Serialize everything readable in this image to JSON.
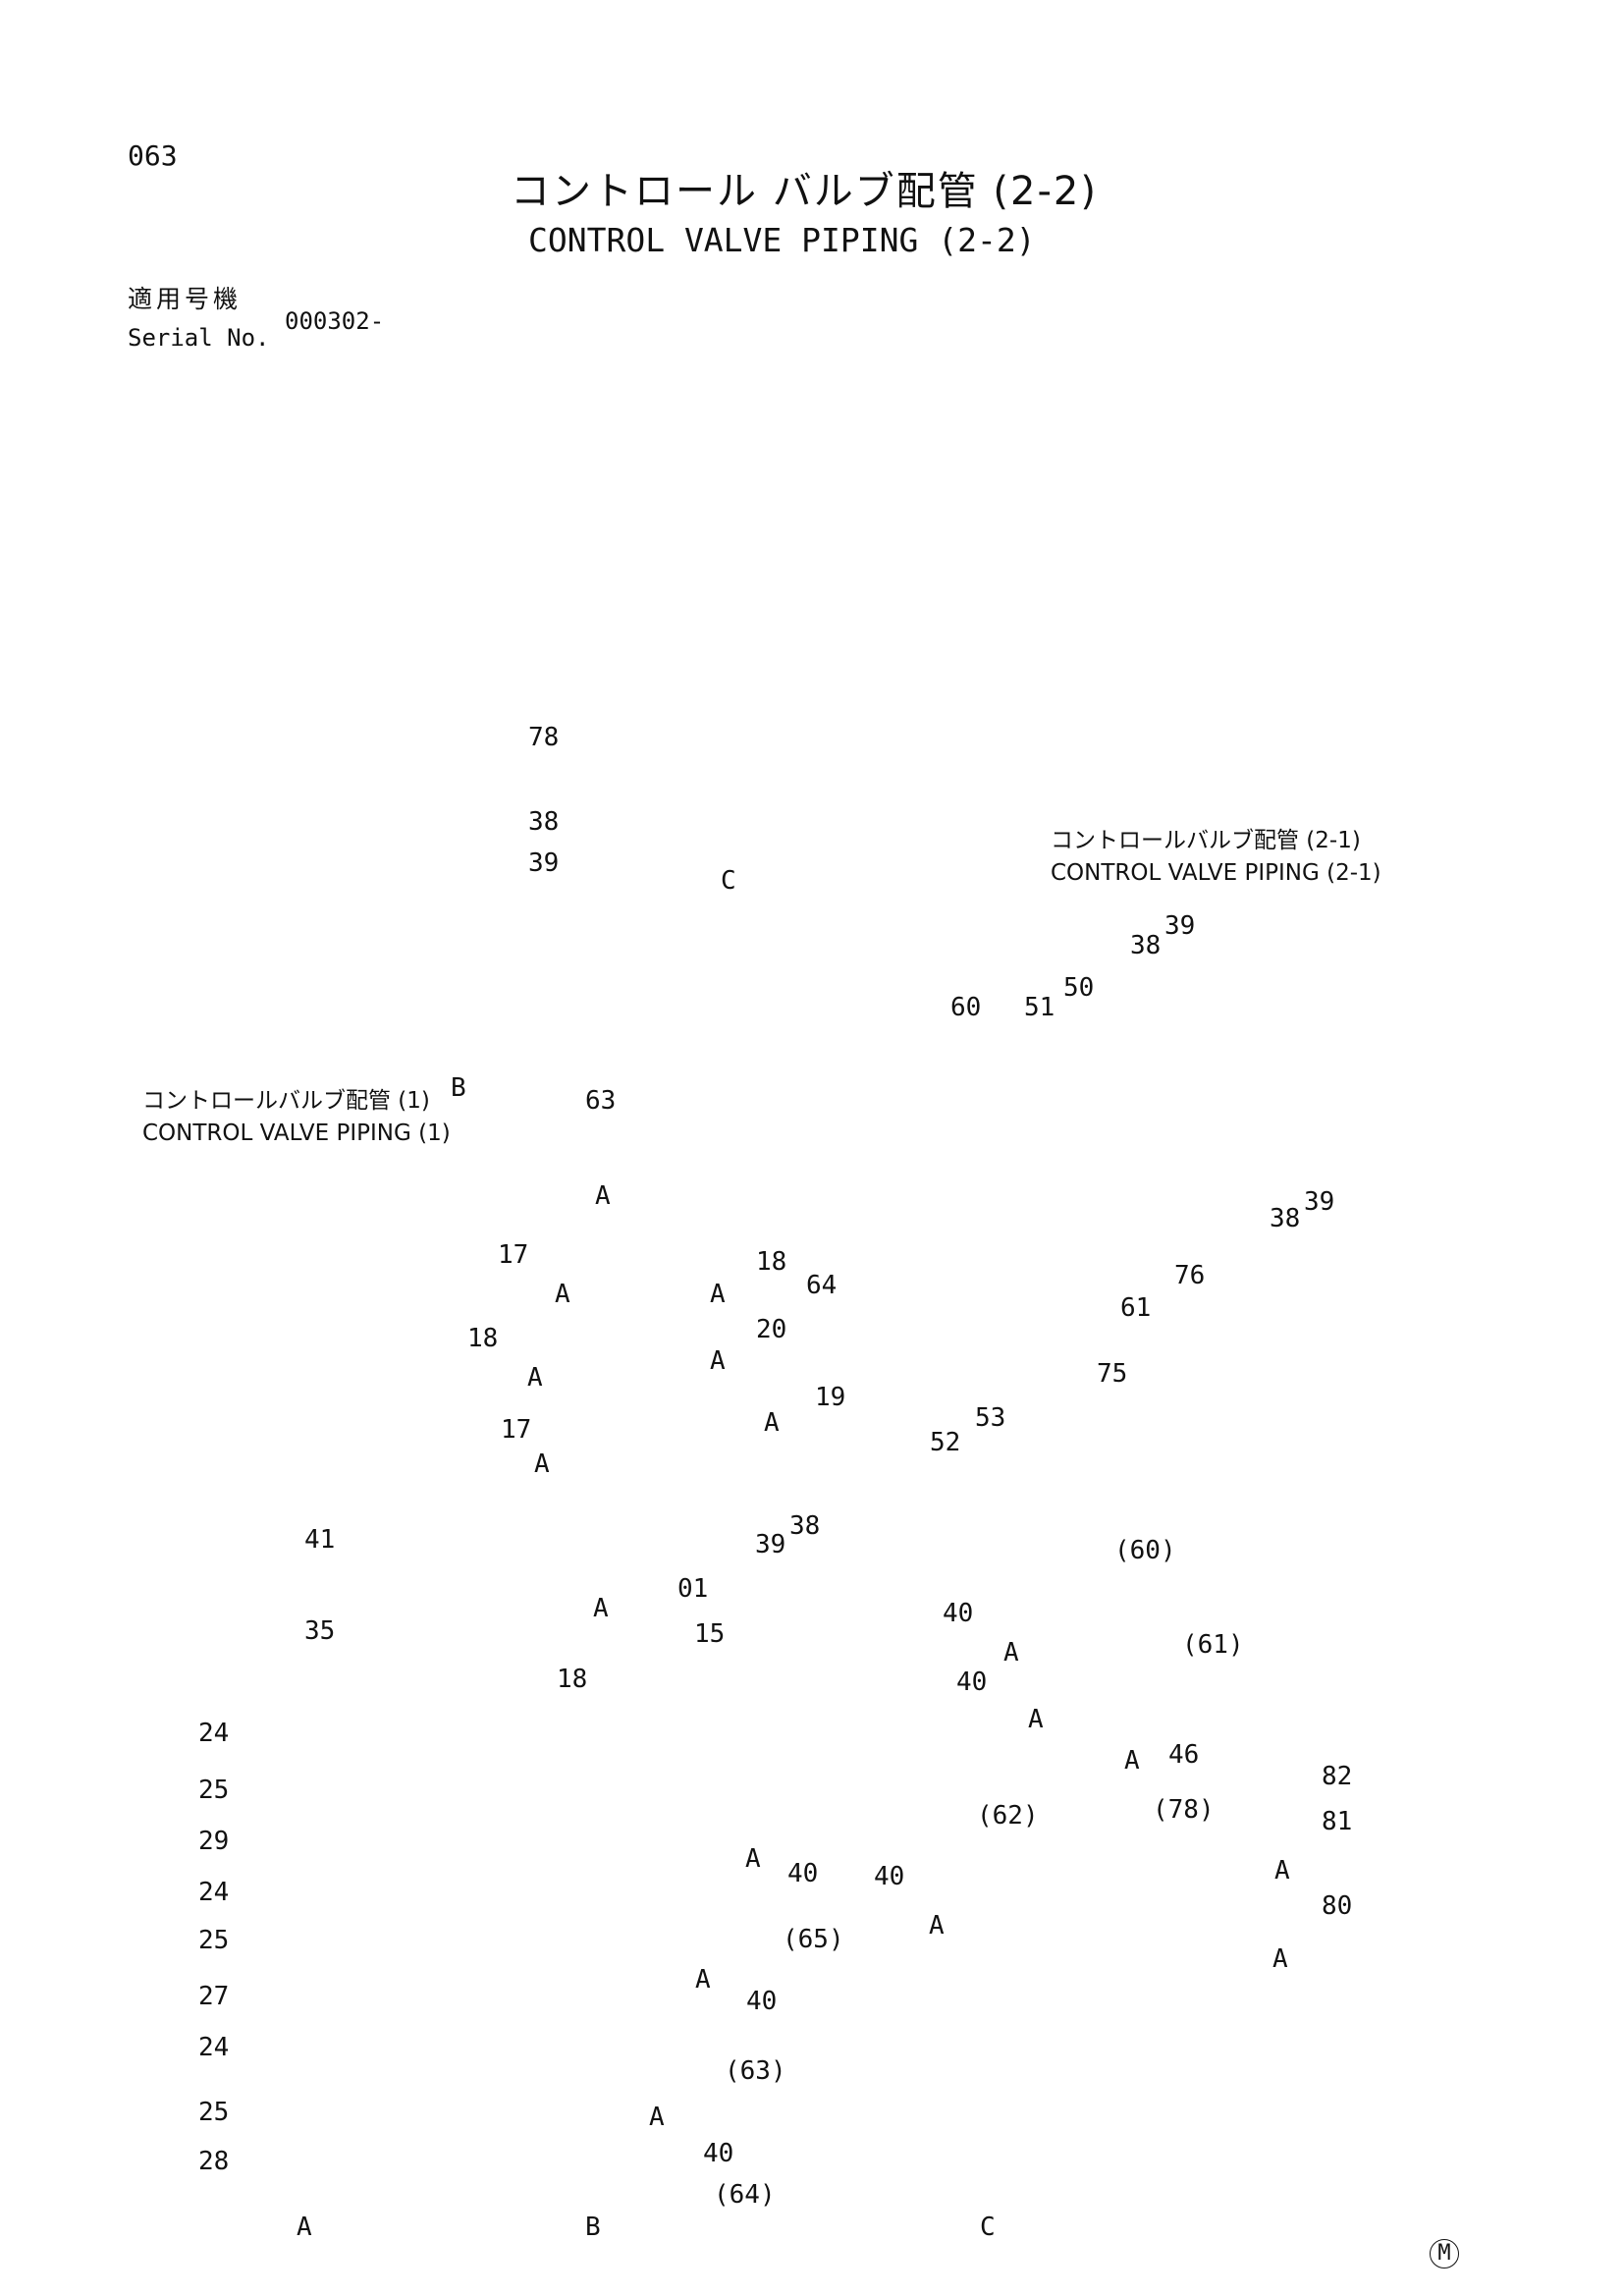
{
  "header": {
    "page_number": "063",
    "title_jp": "コントロール バルブ配管 (2-2)",
    "title_en": "CONTROL VALVE PIPING (2-2)",
    "serial_label_jp": "適用号機",
    "serial_label_en": "Serial No.",
    "serial_value": "000302-"
  },
  "references": {
    "cv_2_1_jp": "コントロールバルブ配管 (2-1)",
    "cv_2_1_en": "CONTROL VALVE PIPING (2-1)",
    "cv_1_jp": "コントロールバルブ配管 (1)",
    "cv_1_en": "CONTROL VALVE PIPING (1)"
  },
  "callouts_main": {
    "c78": "78",
    "c38a": "38",
    "c39a": "39",
    "cC": "C",
    "cB": "B",
    "cA": "A",
    "c63": "63",
    "c60": "60",
    "c51": "51",
    "c50": "50",
    "c38b": "38",
    "c39b": "39",
    "c38c": "38",
    "c39c": "39",
    "c76": "76",
    "c61": "61",
    "c64": "64",
    "c75": "75",
    "c53": "53",
    "c52": "52",
    "c17a": "17",
    "c18a": "18",
    "c20": "20",
    "c18b": "18",
    "c19": "19",
    "c17b": "17",
    "c01": "01",
    "c15": "15",
    "c18c": "18",
    "c39d": "39",
    "c38d": "38",
    "sA1": "A",
    "sA2": "A",
    "sA3": "A",
    "sA4": "A",
    "sA5": "A",
    "sA6": "A",
    "sA7": "A"
  },
  "detail_a": {
    "label": "A",
    "callouts": {
      "c41": "41",
      "c35": "35",
      "c24a": "24",
      "c25a": "25",
      "c29": "29",
      "c24b": "24",
      "c25b": "25",
      "c27": "27",
      "c24c": "24",
      "c25c": "25",
      "c28": "28"
    }
  },
  "detail_b": {
    "label": "B",
    "callouts": {
      "a1": "A",
      "c40a": "40",
      "c65": "(65)",
      "a2": "A",
      "c40b": "40",
      "c63": "(63)",
      "a3": "A",
      "c40c": "40",
      "c64": "(64)"
    }
  },
  "detail_c": {
    "label": "C",
    "callouts": {
      "c60": "(60)",
      "c40a": "40",
      "a1": "A",
      "c61": "(61)",
      "c40b": "40",
      "a2": "A",
      "c46": "46",
      "a3": "A",
      "c78": "(78)",
      "c82": "82",
      "c81": "81",
      "a4": "A",
      "c62": "(62)",
      "c40c": "40",
      "a5": "A",
      "c80": "80",
      "a6": "A"
    }
  },
  "footer": {
    "mark": "M"
  }
}
